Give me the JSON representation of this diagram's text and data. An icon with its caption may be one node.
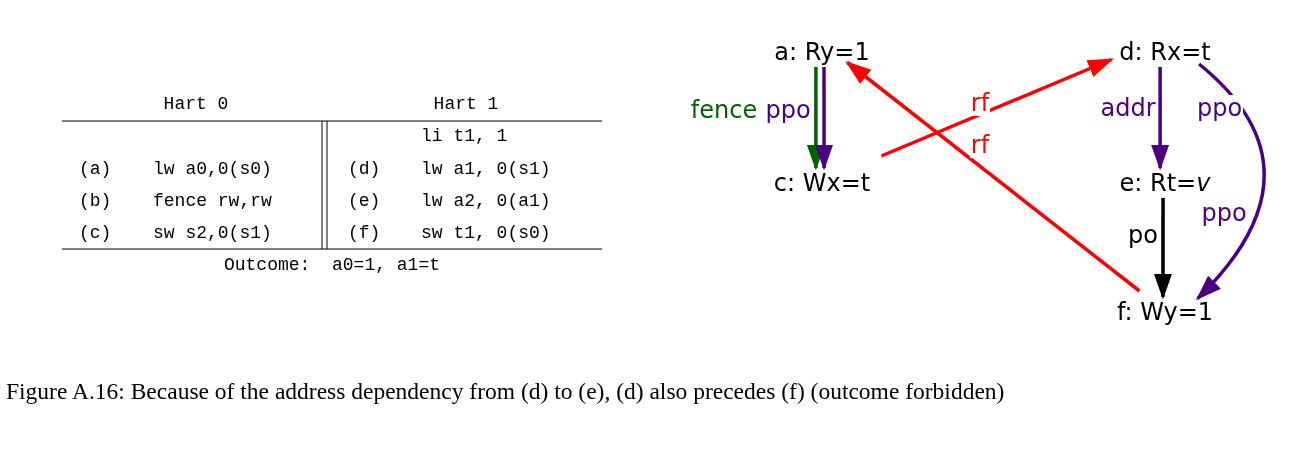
{
  "diagram": {
    "caption": "Figure A.16: Because of the address dependency from (d) to (e), (d) also precedes (f) (outcome forbidden)",
    "nodes": [
      {
        "text": [
          "a: Ry=1"
        ]
      },
      {
        "text": [
          "c: Wx=t"
        ]
      },
      {
        "text": [
          "d: Rx=t"
        ]
      },
      {
        "text": [
          "e: Rt=*v*"
        ]
      },
      {
        "text": [
          "f: Wy=1"
        ]
      }
    ],
    "edges": [
      {
        "from": 0,
        "to": 1,
        "arrow": "to",
        "label": "fence",
        "color": "#006400"
      },
      {
        "from": 0,
        "to": 1,
        "arrow": "to",
        "label": "ppo",
        "color": "#4b0082"
      },
      {
        "from": 1,
        "to": 2,
        "arrow": "to",
        "label": "rf",
        "color": "#ff0000"
      },
      {
        "from": 4,
        "to": 0,
        "arrow": "to",
        "label": "rf",
        "color": "#ff0000"
      },
      {
        "from": 2,
        "to": 3,
        "arrow": "to",
        "label": "addr",
        "color": "#4b0082"
      },
      {
        "from": 3,
        "to": 4,
        "arrow": "to",
        "label": "po",
        "color": "#000000"
      },
      {
        "from": 2,
        "to": 4,
        "arrow": "to",
        "label": "ppo",
        "color": "#4b0082"
      }
    ],
    "labels": [
      "Hart 0",
      "Hart 1",
      "li t1, 1",
      "(a)",
      "lw a0,0(s0)",
      "(d)",
      "lw a1, 0(s1)",
      "(b)",
      "fence rw,rw",
      "(e)",
      "lw a2, 0(a1)",
      "(c)",
      "sw s2,0(s1)",
      "(f)",
      "sw t1, 0(s0)",
      "Outcome:  a0=1, a1=t",
      "ppo"
    ]
  }
}
